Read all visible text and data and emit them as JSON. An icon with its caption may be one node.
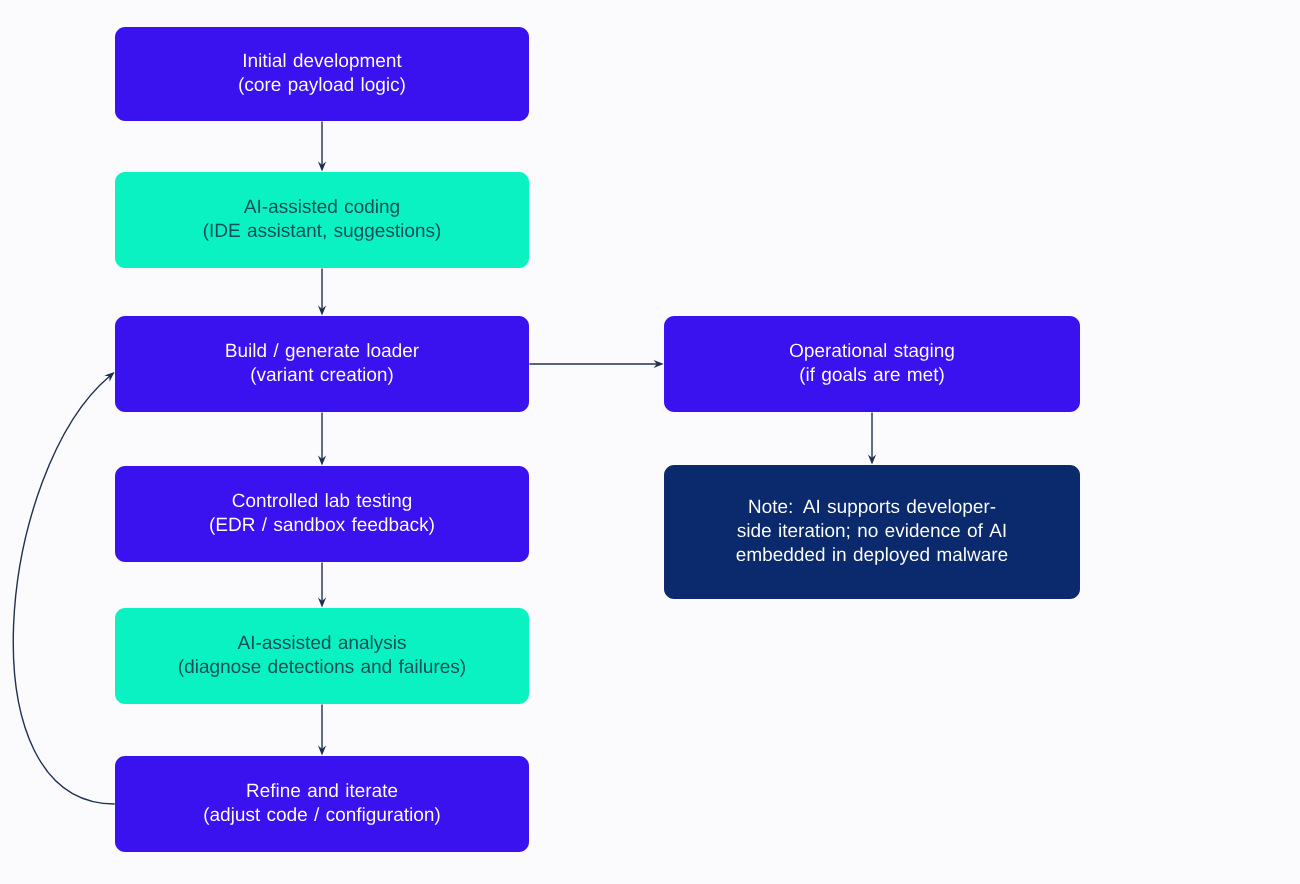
{
  "diagram": {
    "nodes": [
      {
        "text": [
          "Initial development",
          "(core payload logic)"
        ]
      },
      {
        "text": [
          "AI-assisted coding",
          "(IDE assistant, suggestions)"
        ]
      },
      {
        "text": [
          "Build / generate loader",
          "(variant creation)"
        ]
      },
      {
        "text": [
          "Operational staging",
          "(if goals are met)"
        ]
      },
      {
        "text": [
          "Controlled lab testing",
          "(EDR / sandbox feedback)"
        ]
      },
      {
        "text": [
          "AI-assisted analysis",
          "(diagnose detections and failures)"
        ]
      },
      {
        "text": [
          "Refine and iterate",
          "(adjust code / configuration)"
        ]
      },
      {
        "text": [
          "Note: AI supports developer-side iteration; no evidence of AI embedded in deployed malware"
        ]
      }
    ],
    "edges": [
      {
        "from": 0,
        "to": 1,
        "arrow": "to"
      },
      {
        "from": 1,
        "to": 2,
        "arrow": "to"
      },
      {
        "from": 2,
        "to": 3,
        "arrow": "to"
      },
      {
        "from": 2,
        "to": 4,
        "arrow": "to"
      },
      {
        "from": 4,
        "to": 5,
        "arrow": "to"
      },
      {
        "from": 5,
        "to": 6,
        "arrow": "to"
      },
      {
        "from": 6,
        "to": 2,
        "arrow": "to"
      },
      {
        "from": 3,
        "to": 7,
        "arrow": "to"
      }
    ]
  }
}
